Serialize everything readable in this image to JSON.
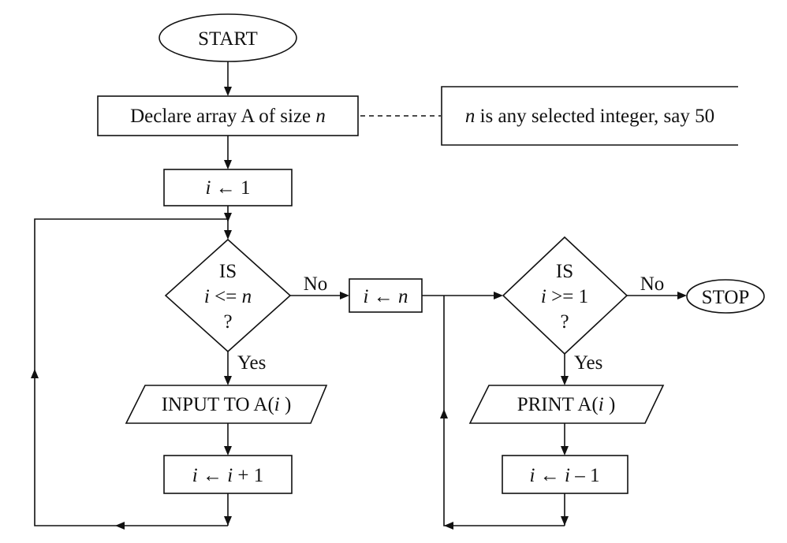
{
  "flowchart": {
    "start": "START",
    "declare": {
      "prefix": "Declare array A of size ",
      "var": "n"
    },
    "note": {
      "var": "n",
      "suffix": " is any selected integer, say 50"
    },
    "init": {
      "var": "i",
      "op": " ← 1"
    },
    "cond1": {
      "line1": "IS",
      "var_i": "i",
      "op": " <= ",
      "var_n": "n",
      "line3": "?"
    },
    "no1": "No",
    "yes1": "Yes",
    "input": {
      "prefix": "INPUT TO A(",
      "var": "i",
      "suffix": " )"
    },
    "increment": {
      "var1": "i",
      "op": " ← ",
      "var2": "i",
      "suffix": " + 1"
    },
    "set_n": {
      "var1": "i",
      "op": " ← ",
      "var2": "n"
    },
    "cond2": {
      "line1": "IS",
      "var_i": "i",
      "op": " >= 1",
      "line3": "?"
    },
    "no2": "No",
    "yes2": "Yes",
    "stop": "STOP",
    "print": {
      "prefix": "PRINT A(",
      "var": "i",
      "suffix": " )"
    },
    "decrement": {
      "var1": "i",
      "op": " ← ",
      "var2": "i",
      "suffix": " – 1"
    }
  }
}
